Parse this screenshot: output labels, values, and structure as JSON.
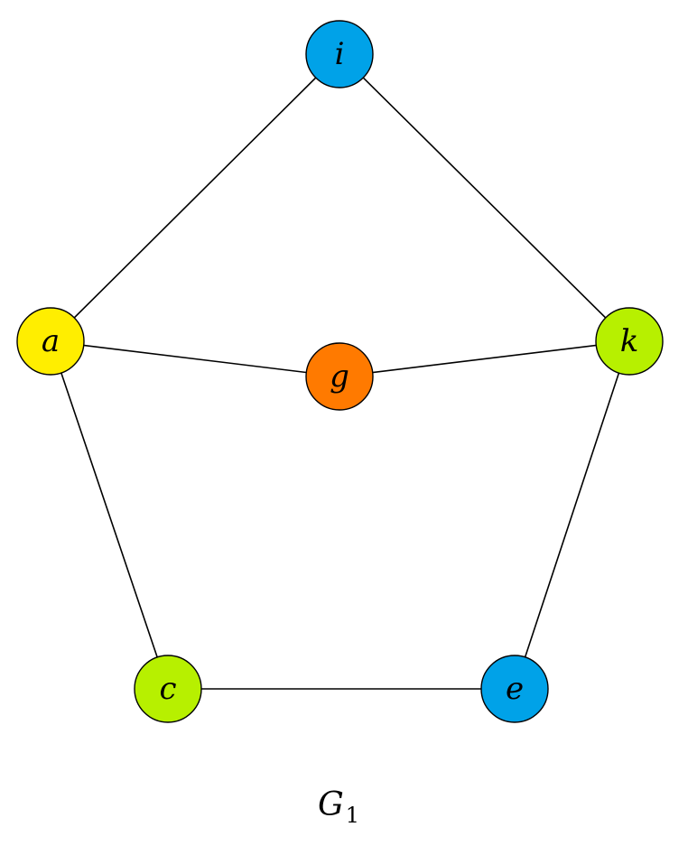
{
  "graph": {
    "nodes": [
      {
        "id": "i",
        "label": "i",
        "color": "#00A2E8"
      },
      {
        "id": "a",
        "label": "a",
        "color": "#FFEE00"
      },
      {
        "id": "g",
        "label": "g",
        "color": "#FF7A00"
      },
      {
        "id": "k",
        "label": "k",
        "color": "#B7F000"
      },
      {
        "id": "c",
        "label": "c",
        "color": "#B7F000"
      },
      {
        "id": "e",
        "label": "e",
        "color": "#00A2E8"
      }
    ],
    "edges": [
      [
        "i",
        "a"
      ],
      [
        "i",
        "k"
      ],
      [
        "a",
        "g"
      ],
      [
        "g",
        "k"
      ],
      [
        "a",
        "c"
      ],
      [
        "k",
        "e"
      ],
      [
        "c",
        "e"
      ]
    ],
    "caption": {
      "main": "G",
      "subscript": "1"
    }
  }
}
